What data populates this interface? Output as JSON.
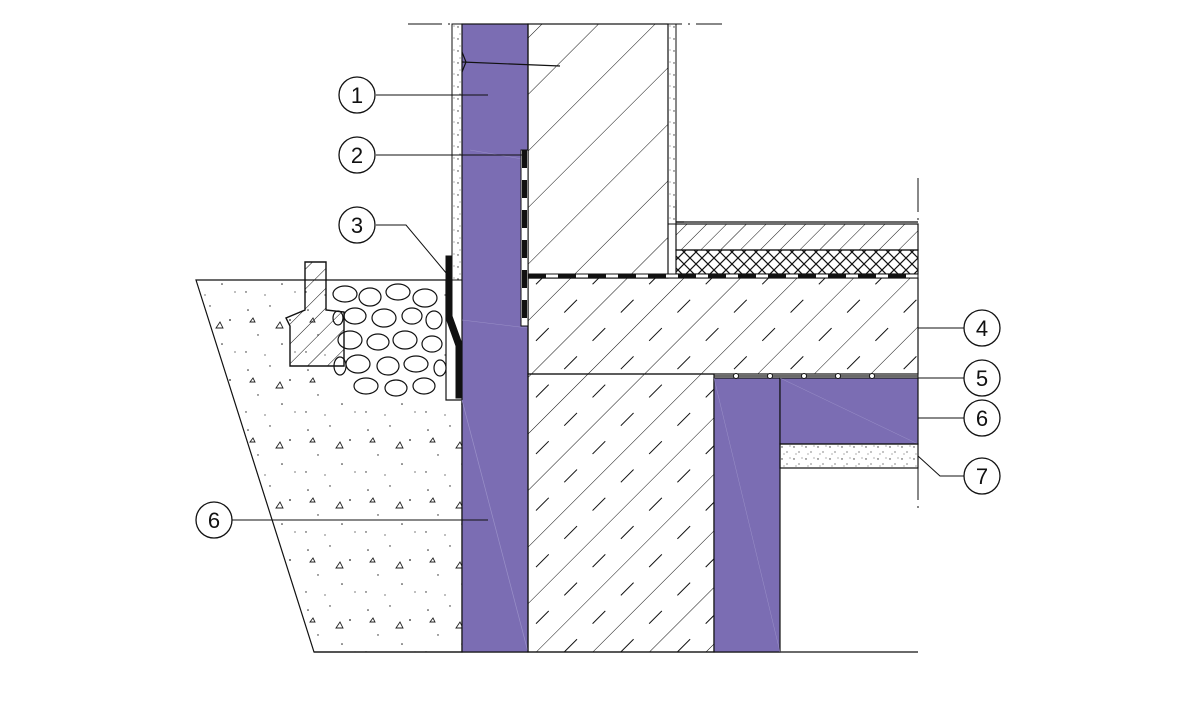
{
  "diagram": {
    "type": "construction-section-detail",
    "colors": {
      "insulation": "#7b6db3",
      "line": "#111111",
      "background": "#ffffff"
    },
    "callouts": [
      {
        "id": "c1",
        "text": "1"
      },
      {
        "id": "c2",
        "text": "2"
      },
      {
        "id": "c3",
        "text": "3"
      },
      {
        "id": "c4",
        "text": "4"
      },
      {
        "id": "c5",
        "text": "5"
      },
      {
        "id": "c6a",
        "text": "6"
      },
      {
        "id": "c6b",
        "text": "6"
      },
      {
        "id": "c7",
        "text": "7"
      }
    ]
  }
}
